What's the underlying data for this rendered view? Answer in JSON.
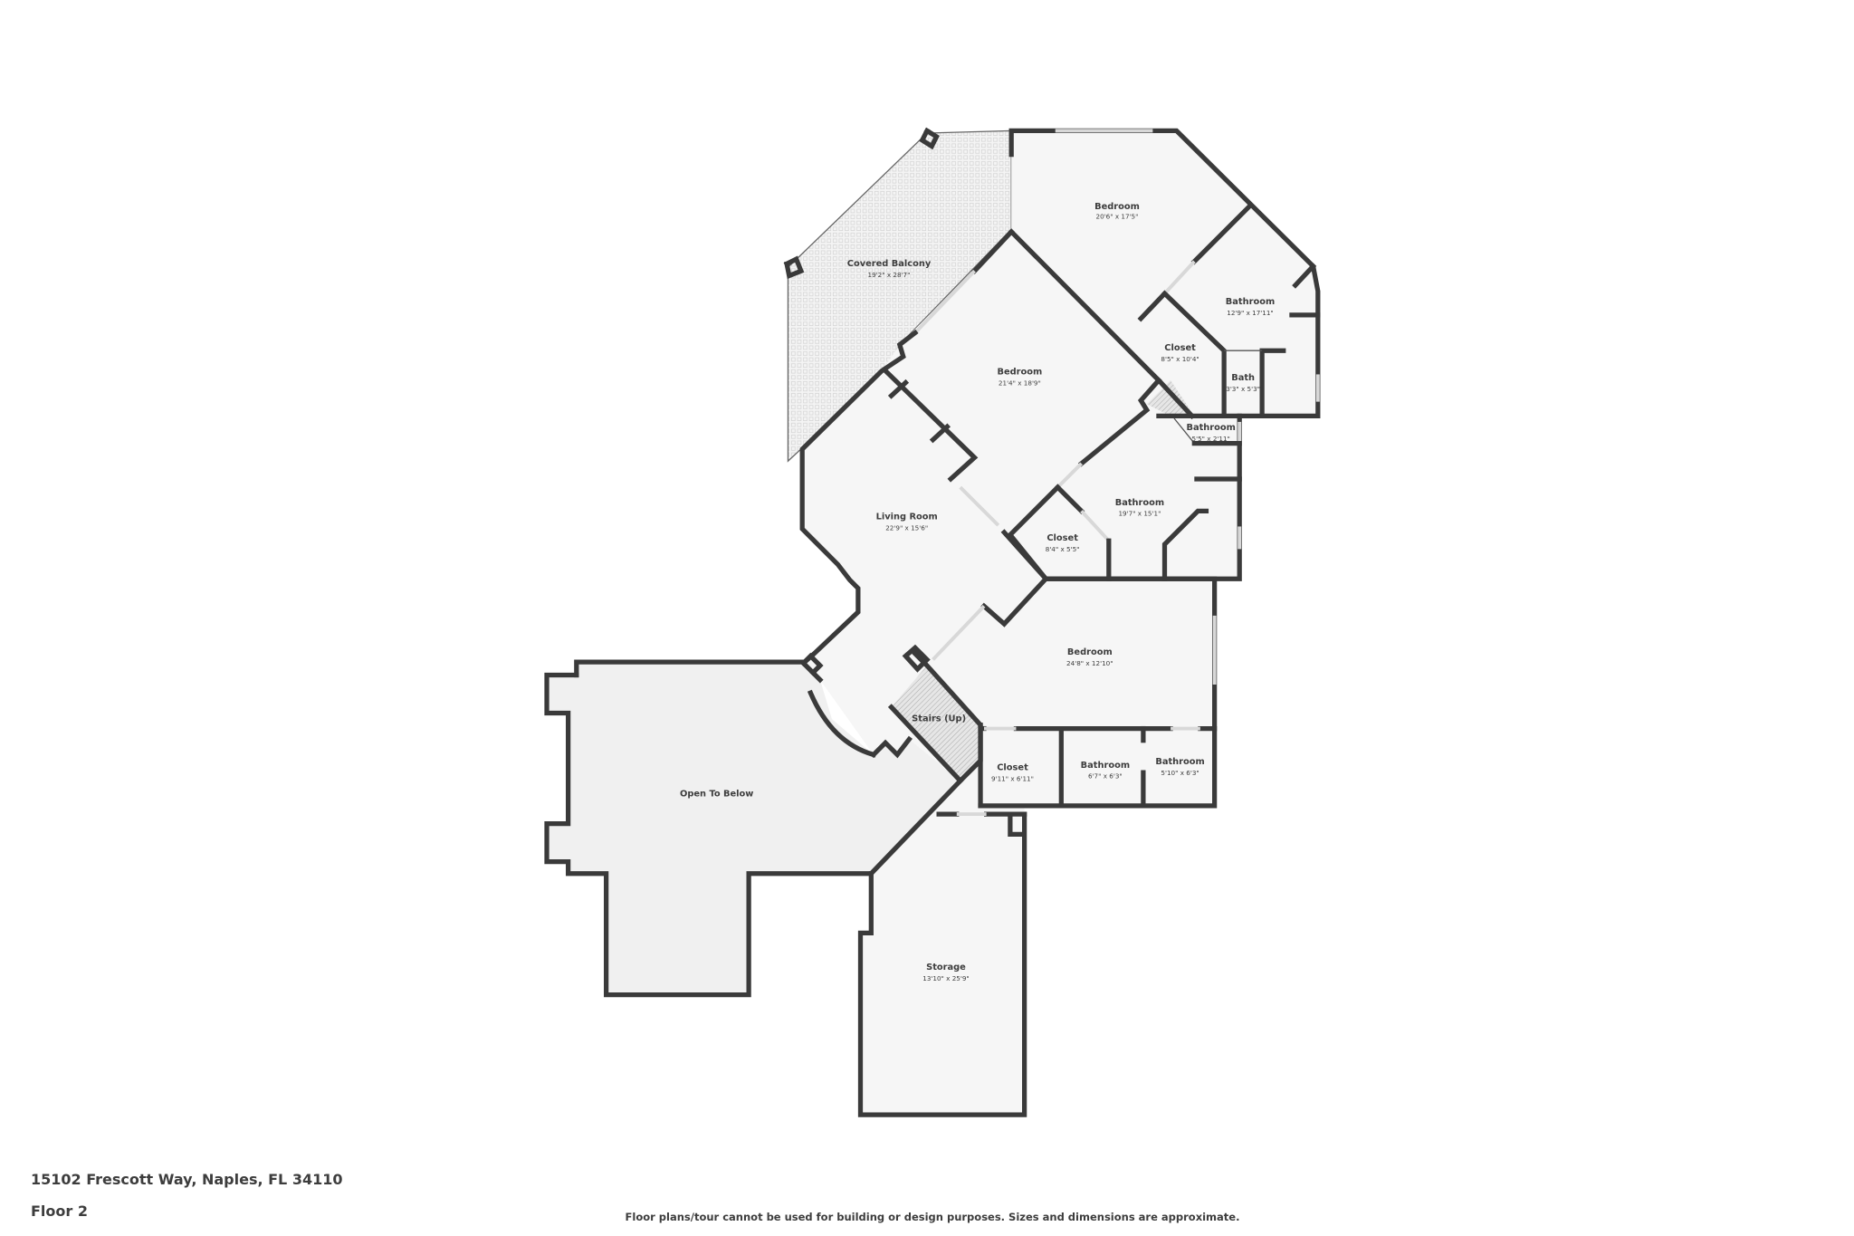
{
  "rooms": [
    {
      "name": "Covered Balcony",
      "dims": "19'2\" x 28'7\""
    },
    {
      "name": "Bedroom",
      "dims": "20'6\" x 17'5\""
    },
    {
      "name": "Bathroom",
      "dims": "12'9\" x 17'11\""
    },
    {
      "name": "Closet",
      "dims": "8'5\" x 10'4\""
    },
    {
      "name": "Bath",
      "dims": "3'3\" x 5'3\""
    },
    {
      "name": "Bedroom",
      "dims": "21'4\" x 18'9\""
    },
    {
      "name": "Bathroom",
      "dims": "5'5\" x 2'11\""
    },
    {
      "name": "Living Room",
      "dims": "22'9\" x 15'6\""
    },
    {
      "name": "Bathroom",
      "dims": "19'7\" x 15'1\""
    },
    {
      "name": "Closet",
      "dims": "8'4\" x 5'5\""
    },
    {
      "name": "Bedroom",
      "dims": "24'8\" x 12'10\""
    },
    {
      "name": "Stairs (Up)"
    },
    {
      "name": "Closet",
      "dims": "9'11\" x 6'11\""
    },
    {
      "name": "Bathroom",
      "dims": "6'7\" x 6'3\""
    },
    {
      "name": "Bathroom",
      "dims": "5'10\" x 6'3\""
    },
    {
      "name": "Open To Below"
    },
    {
      "name": "Storage",
      "dims": "13'10\" x 25'9\""
    }
  ],
  "footer": {
    "address": "15102 Frescott Way, Naples, FL 34110",
    "floor": "Floor 2",
    "disclaimer": "Floor plans/tour cannot be used for building or design purposes. Sizes and dimensions are approximate."
  },
  "colors": {
    "wall": "#3a3a3a",
    "floor": "#f6f6f6",
    "text": "#3d3d3d"
  }
}
